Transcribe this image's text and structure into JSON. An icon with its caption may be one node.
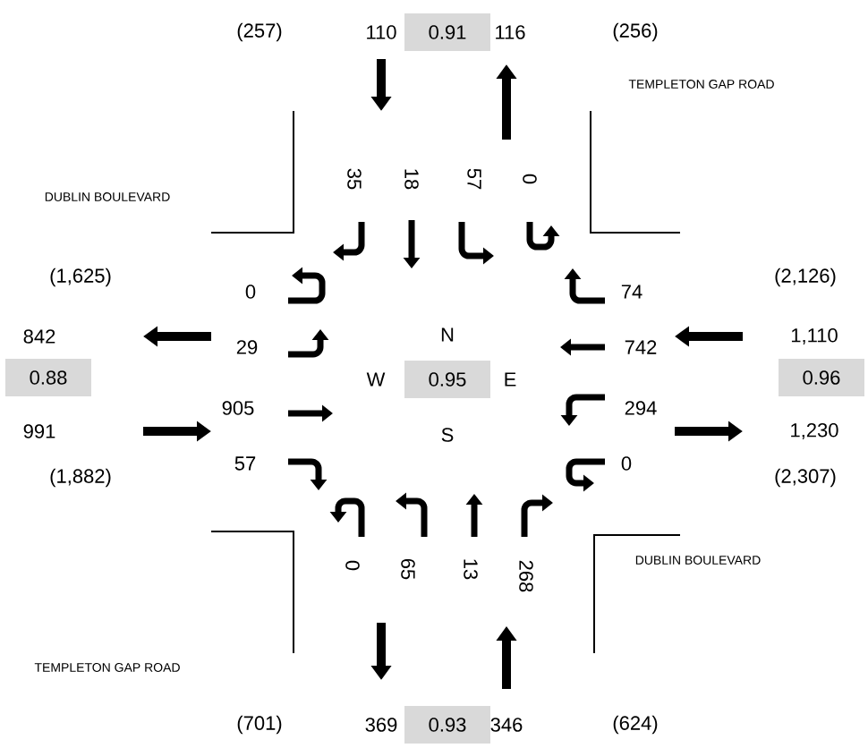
{
  "diagram": {
    "labels": [
      "(257)",
      "110",
      "0.91",
      "116",
      "(256)",
      "TEMPLETON GAP ROAD",
      "DUBLIN BOULEVARD",
      "35",
      "18",
      "57",
      "0",
      "(1,625)",
      "(2,126)",
      "0",
      "74",
      "842",
      "N",
      "1,110",
      "29",
      "742",
      "0.88",
      "W",
      "0.95",
      "E",
      "0.96",
      "905",
      "294",
      "991",
      "S",
      "1,230",
      "57",
      "0",
      "(1,882)",
      "(2,307)",
      "DUBLIN BOULEVARD",
      "0",
      "65",
      "13",
      "268",
      "TEMPLETON GAP ROAD",
      "(701)",
      "369",
      "0.93",
      "346",
      "(624)"
    ]
  }
}
